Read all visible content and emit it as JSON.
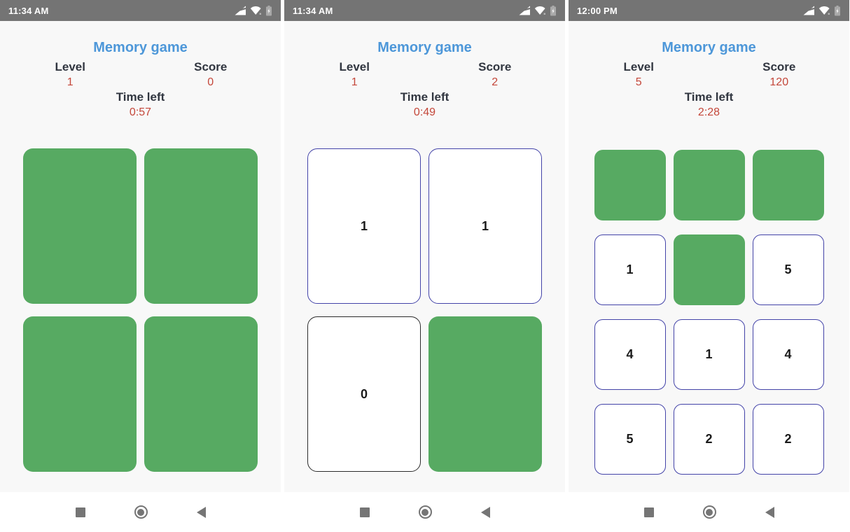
{
  "app_title": "Memory game",
  "labels": {
    "level": "Level",
    "score": "Score",
    "time_left": "Time left"
  },
  "colors": {
    "status_bar": "#747474",
    "screen_background": "#f8f8f8",
    "title_blue": "#4d97d9",
    "label_dark": "#313640",
    "value_red": "#c4473a",
    "card_green": "#57aa62",
    "card_border_blue": "#4343a8",
    "card_border_black": "#2b2b2b",
    "nav_icon_gray": "#757575"
  },
  "status_icons": [
    "signal-icon",
    "wifi-icon",
    "battery-charging-icon"
  ],
  "nav_icons": [
    "recents-square",
    "home-circle",
    "back-arrow"
  ],
  "panels": [
    {
      "status_time": "11:34 AM",
      "level_value": "1",
      "score_value": "0",
      "time_value": "0:57",
      "grid_cols": 2,
      "cards": [
        {
          "state": "face-down",
          "value": ""
        },
        {
          "state": "face-down",
          "value": ""
        },
        {
          "state": "face-down",
          "value": ""
        },
        {
          "state": "face-down",
          "value": ""
        }
      ]
    },
    {
      "status_time": "11:34 AM",
      "level_value": "1",
      "score_value": "2",
      "time_value": "0:49",
      "grid_cols": 2,
      "cards": [
        {
          "state": "face-up",
          "value": "1"
        },
        {
          "state": "face-up",
          "value": "1"
        },
        {
          "state": "face-up-active",
          "value": "0"
        },
        {
          "state": "face-down",
          "value": ""
        }
      ]
    },
    {
      "status_time": "12:00 PM",
      "level_value": "5",
      "score_value": "120",
      "time_value": "2:28",
      "grid_cols": 3,
      "cards": [
        {
          "state": "face-down",
          "value": ""
        },
        {
          "state": "face-down",
          "value": ""
        },
        {
          "state": "face-down",
          "value": ""
        },
        {
          "state": "face-up",
          "value": "1"
        },
        {
          "state": "face-down",
          "value": ""
        },
        {
          "state": "face-up",
          "value": "5"
        },
        {
          "state": "face-up",
          "value": "4"
        },
        {
          "state": "face-up",
          "value": "1"
        },
        {
          "state": "face-up",
          "value": "4"
        },
        {
          "state": "face-up",
          "value": "5"
        },
        {
          "state": "face-up",
          "value": "2"
        },
        {
          "state": "face-up",
          "value": "2"
        }
      ]
    }
  ]
}
